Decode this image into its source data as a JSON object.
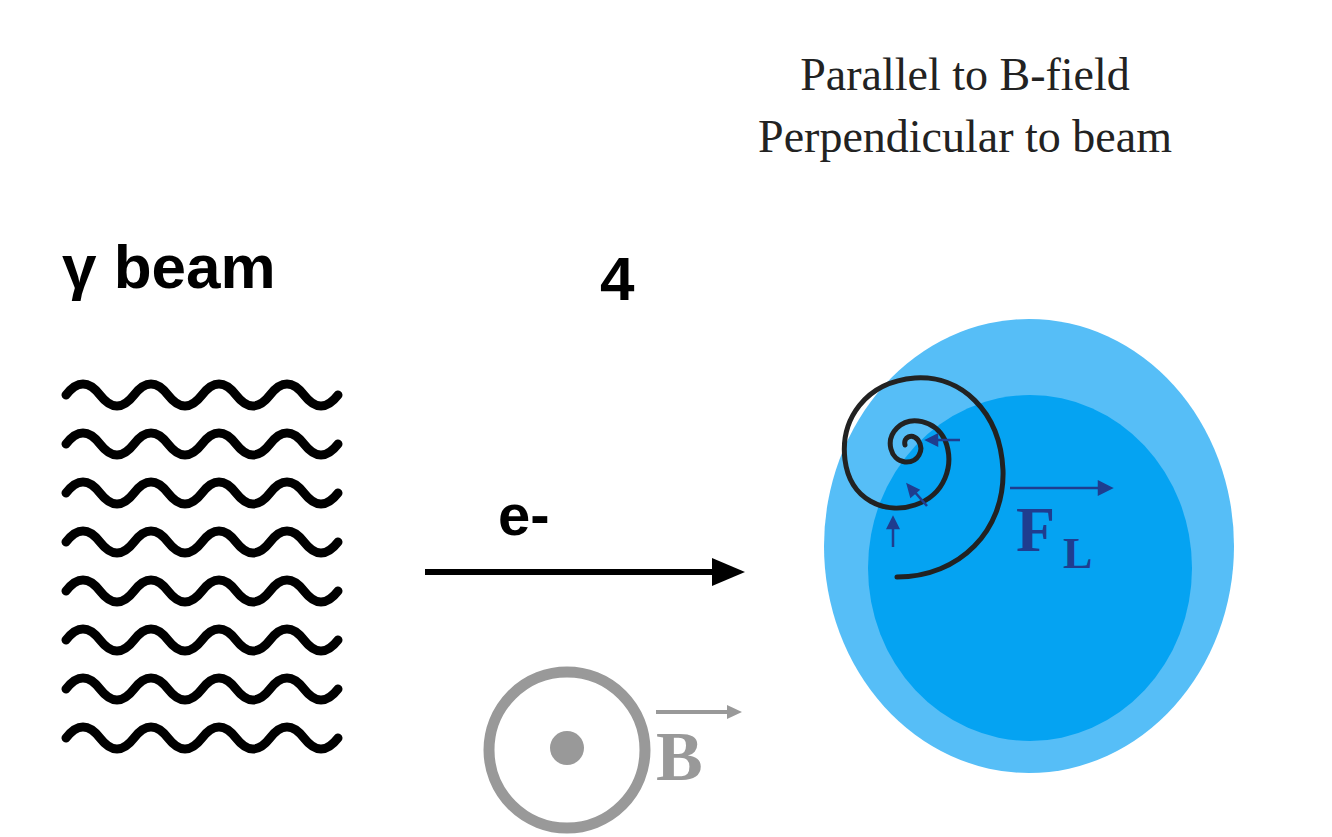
{
  "diagram": {
    "title": "Parallel to B-field Perpendicular to beam",
    "nodes": [
      {
        "text": [
          "F",
          "L"
        ]
      }
    ],
    "labels": [
      "γ beam",
      "4",
      "e-",
      "B"
    ]
  }
}
